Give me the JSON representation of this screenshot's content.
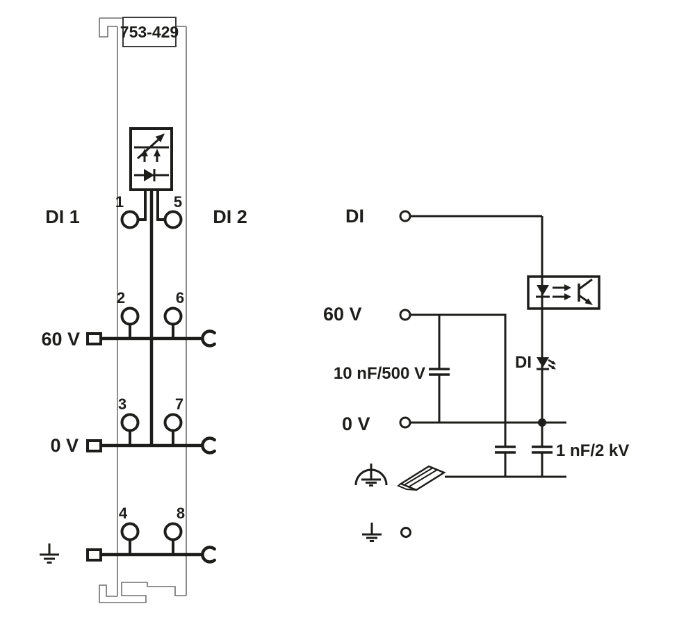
{
  "title": {
    "part_number": "753-429"
  },
  "module": {
    "channel_left_label": "DI 1",
    "channel_right_label": "DI 2",
    "terminals": {
      "t1": "1",
      "t2": "2",
      "t3": "3",
      "t4": "4",
      "t5": "5",
      "t6": "6",
      "t7": "7",
      "t8": "8"
    },
    "supply_label": "60 V",
    "zero_label": "0 V"
  },
  "schematic": {
    "input_label": "DI",
    "supply_label": "60 V",
    "zero_label": "0 V",
    "led_label": "DI",
    "filter_cap_label": "10 nF/500 V",
    "y_cap_label": "1 nF/2 kV"
  },
  "colors": {
    "ink": "#1d1d1b",
    "module_outline": "#6f6f6e",
    "background": "#ffffff"
  }
}
